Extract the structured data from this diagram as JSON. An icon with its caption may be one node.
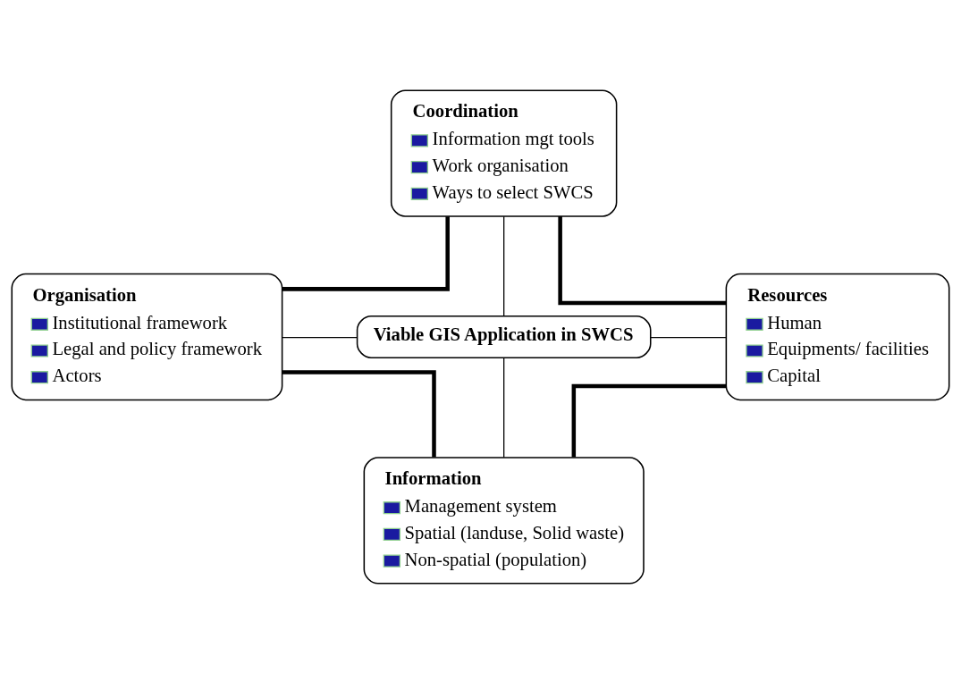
{
  "diagram": {
    "nodes": [
      {
        "text": [
          "Coordination",
          "Information mgt tools",
          "Work organisation",
          "Ways to select SWCS"
        ]
      },
      {
        "text": [
          "Organisation",
          "Institutional framework",
          "Legal and policy framework",
          "Actors"
        ]
      },
      {
        "text": [
          "Viable GIS Application in SWCS"
        ]
      },
      {
        "text": [
          "Resources",
          "Human",
          "Equipments/ facilities",
          "Capital"
        ]
      },
      {
        "text": [
          "Information",
          "Management system",
          "Spatial (landuse, Solid waste)",
          "Non-spatial (population)"
        ]
      }
    ],
    "edges": [
      {
        "from": 2,
        "to": 0,
        "arrow": "none"
      },
      {
        "from": 1,
        "to": 2,
        "arrow": "none"
      },
      {
        "from": 2,
        "to": 3,
        "arrow": "none"
      },
      {
        "from": 2,
        "to": 4,
        "arrow": "none"
      },
      {
        "from": 0,
        "to": 1,
        "arrow": "none",
        "style": "thick"
      },
      {
        "from": 0,
        "to": 3,
        "arrow": "none",
        "style": "thick"
      },
      {
        "from": 1,
        "to": 4,
        "arrow": "none",
        "style": "thick"
      },
      {
        "from": 3,
        "to": 4,
        "arrow": "none",
        "style": "thick"
      }
    ]
  }
}
